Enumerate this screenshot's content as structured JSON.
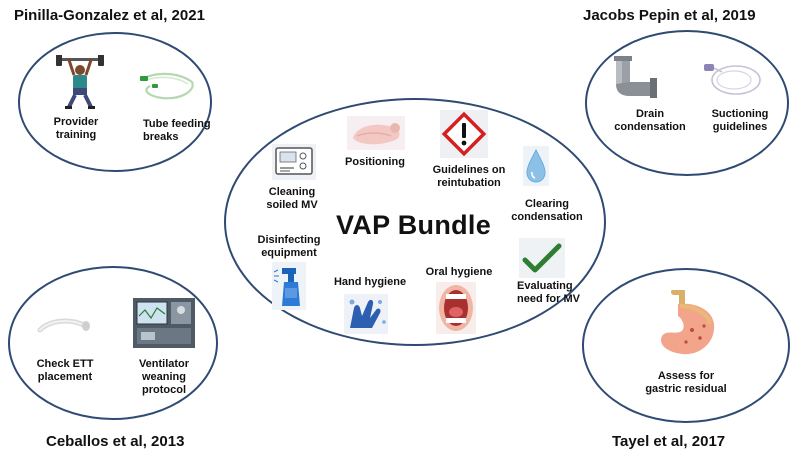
{
  "corners": {
    "top_left": "Pinilla-Gonzalez et al, 2021",
    "top_right": "Jacobs Pepin et al, 2019",
    "bottom_left": "Ceballos et al, 2013",
    "bottom_right": "Tayel et al, 2017"
  },
  "center": {
    "title": "VAP Bundle",
    "items": {
      "cleaning": "Cleaning\nsoiled MV",
      "positioning": "Positioning",
      "reintubation": "Guidelines on\nreintubation",
      "clearing": "Clearing\ncondensation",
      "disinfecting": "Disinfecting\nequipment",
      "hand_hygiene": "Hand hygiene",
      "oral_hygiene": "Oral hygiene",
      "evaluating": "Evaluating\nneed for MV"
    }
  },
  "top_left_items": {
    "provider_training": "Provider\ntraining",
    "tube_feeding": "Tube feeding\nbreaks"
  },
  "top_right_items": {
    "drain": "Drain\ncondensation",
    "suctioning": "Suctioning\nguidelines"
  },
  "bottom_left_items": {
    "ett": "Check ETT\nplacement",
    "ventilator": "Ventilator\nweaning\nprotocol"
  },
  "bottom_right_items": {
    "gastric": "Assess for\ngastric residual"
  },
  "colors": {
    "ring": "#2f4a73",
    "hazard_red": "#d62020",
    "check_green": "#2e7d32",
    "drop_blue": "#6aaee0",
    "spray_blue": "#2d7bd6"
  }
}
